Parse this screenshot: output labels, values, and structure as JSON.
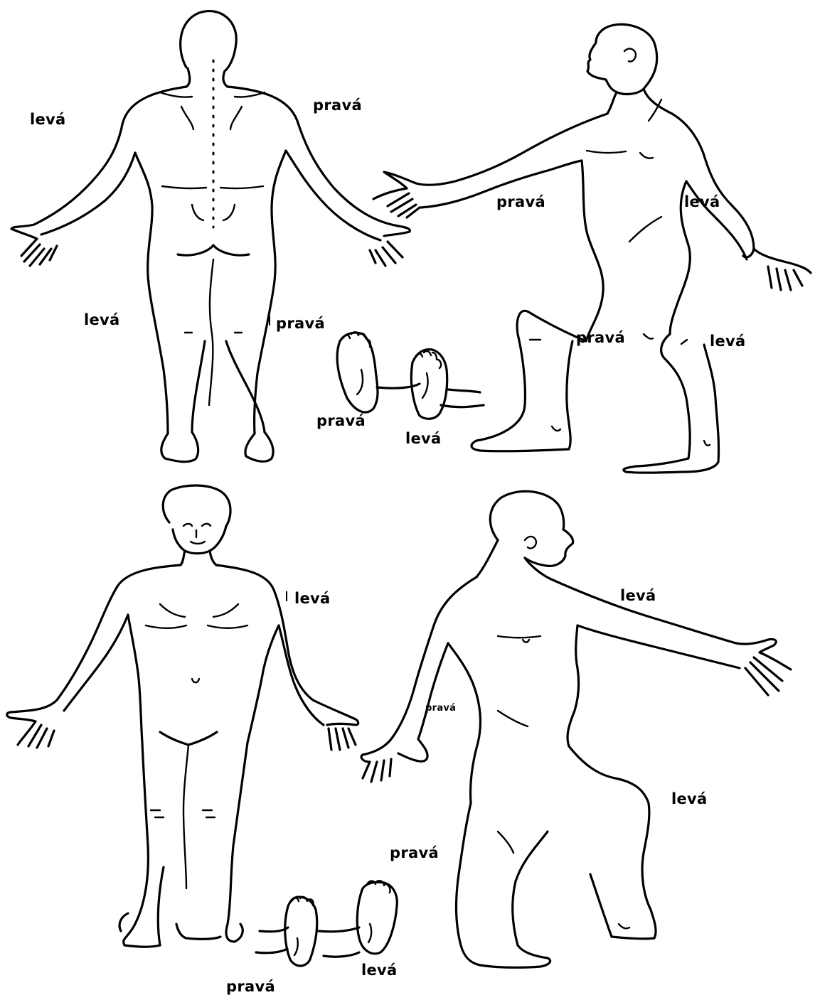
{
  "labels": {
    "back_view": {
      "left": "levá",
      "right_shoulder": "pravá",
      "left_leg": "levá",
      "right_leg": "pravá"
    },
    "side_view_top": {
      "right_torso": "pravá",
      "left_torso": "levá",
      "right_knee": "pravá",
      "left_knee": "levá"
    },
    "soles_top": {
      "right": "pravá",
      "left": "levá"
    },
    "front_view": {
      "left_shoulder": "levá"
    },
    "side_view_bottom": {
      "left_arm": "levá",
      "right_arm": "pravá",
      "left_leg": "levá",
      "right_leg": "pravá"
    },
    "soles_bottom": {
      "left": "levá",
      "right": "pravá"
    }
  },
  "colors": {
    "line": "#000000",
    "background": "#ffffff"
  }
}
